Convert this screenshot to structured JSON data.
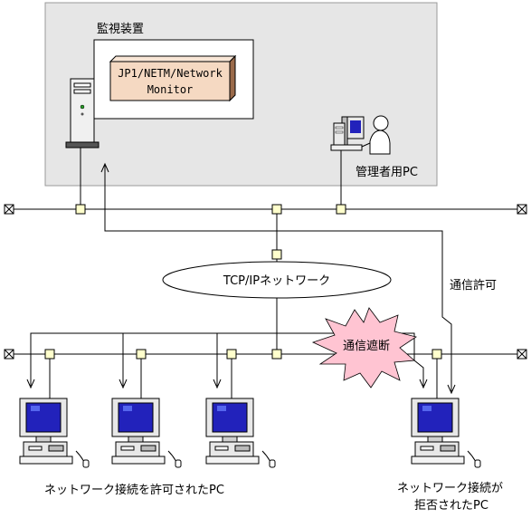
{
  "monitor_area": {
    "title": "監視装置",
    "product_line1": "JP1/NETM/Network",
    "product_line2": "Monitor"
  },
  "admin_pc_label": "管理者用PC",
  "network_label": "TCP/IPネットワーク",
  "blocked_label": "通信遮断",
  "permitted_label": "通信許可",
  "allowed_pcs_label": "ネットワーク接続を許可されたPC",
  "denied_pc_label_line1": "ネットワーク接続が",
  "denied_pc_label_line2": "拒否されたPC",
  "colors": {
    "area_fill": "#e6e6e6",
    "product_box": "#f5d9c2",
    "product_box_side": "#9a6a4a",
    "node_fill": "#ffffcc",
    "burst_fill": "#ffc4d2",
    "screen": "#2222bb"
  }
}
